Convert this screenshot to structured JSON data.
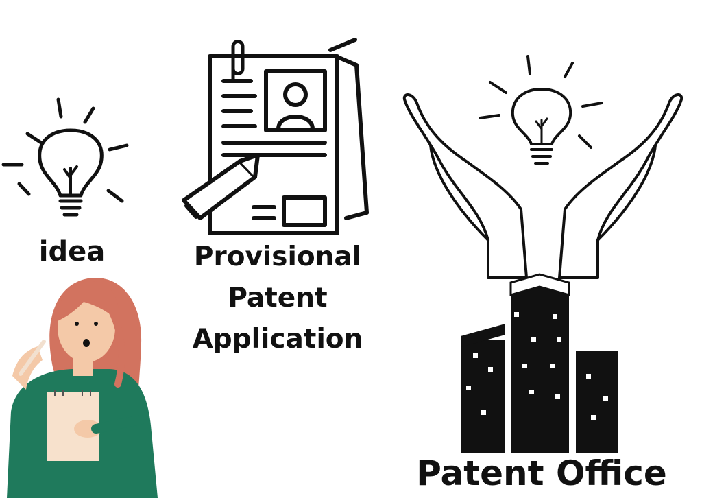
{
  "labels": {
    "idea": "idea",
    "application_line1": "Provisional",
    "application_line2": "Patent",
    "application_line3": "Application",
    "office": "Patent Office"
  },
  "icons": {
    "idea_bulb": "lightbulb-icon",
    "document": "patent-document-icon",
    "pencil": "pencil-icon",
    "hands_bulb": "hands-holding-lightbulb-icon",
    "buildings": "office-buildings-icon",
    "person": "woman-thinking-illustration"
  },
  "colors": {
    "ink": "#111111",
    "background": "#ffffff",
    "hair": "#d2735f",
    "skin": "#f4c9a8",
    "sweater": "#1f7a5c",
    "notepad": "#f7e1cc"
  }
}
